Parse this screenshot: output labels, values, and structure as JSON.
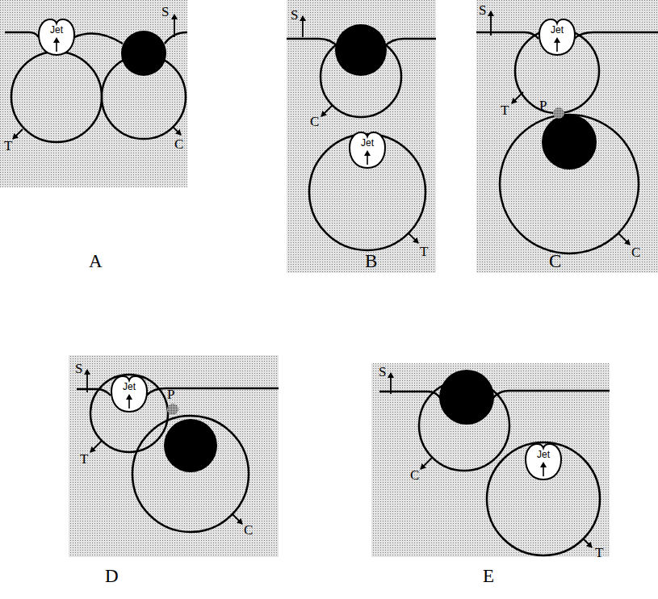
{
  "diagram": {
    "nodes": [
      {
        "text": [
          "Jet"
        ]
      },
      {
        "text": [
          "Jet"
        ]
      },
      {
        "text": [
          "Jet"
        ]
      },
      {
        "text": [
          "Jet"
        ]
      },
      {
        "text": [
          "Jet"
        ]
      }
    ],
    "labels": [
      "S",
      "C",
      "T",
      "A",
      "S",
      "C",
      "T",
      "B",
      "S",
      "T",
      "P",
      "C",
      "C",
      "S",
      "T",
      "P",
      "C",
      "D",
      "S",
      "C",
      "T",
      "E"
    ]
  }
}
